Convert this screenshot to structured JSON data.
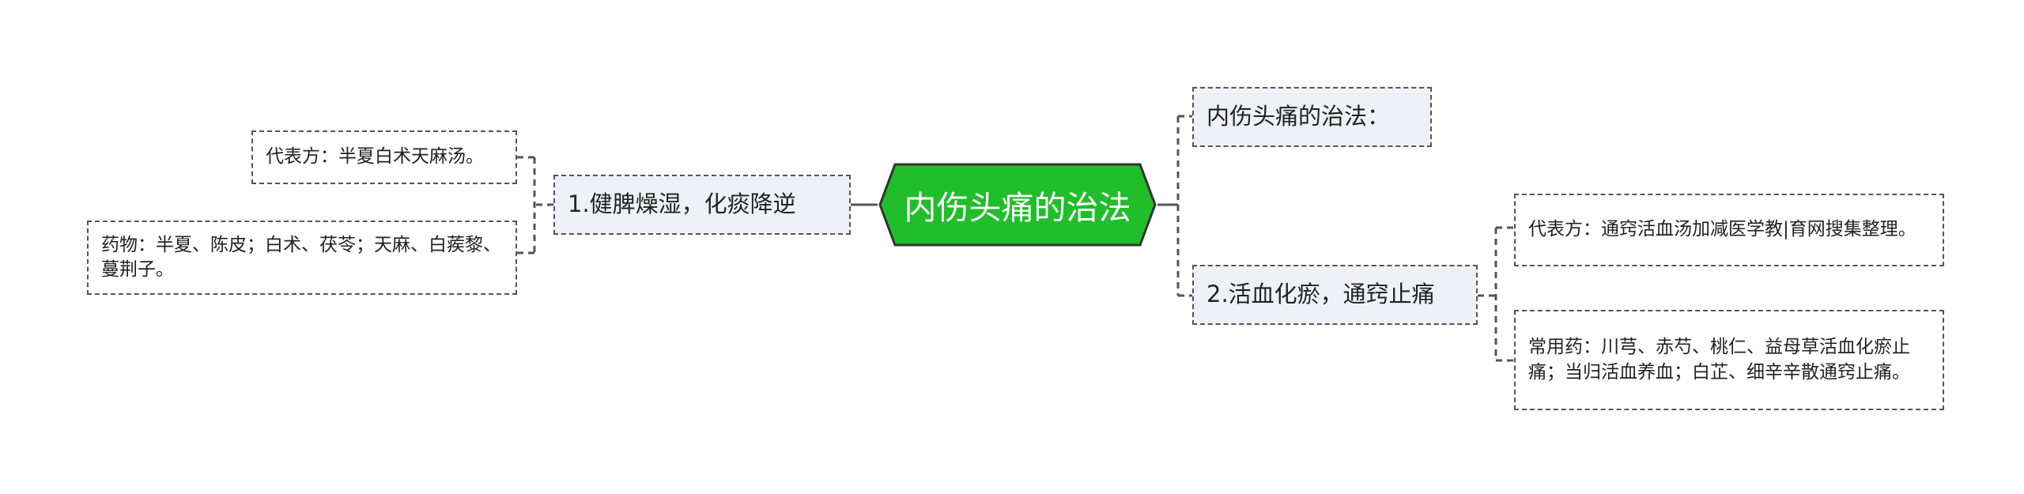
{
  "colors": {
    "root_fill": "#1fbe2a",
    "root_border": "#333333",
    "root_text": "#ffffff",
    "branch_fill": "#eef1f5",
    "node_border": "#555555",
    "connector": "#555555"
  },
  "root": {
    "label": "内伤头痛的治法"
  },
  "left": {
    "branch": {
      "label": "1.健脾燥湿，化痰降逆",
      "children": [
        {
          "label": "代表方：半夏白术天麻汤。"
        },
        {
          "label": "药物：半夏、陈皮；白术、茯苓；天麻、白蒺黎、蔓荆子。"
        }
      ]
    }
  },
  "right": {
    "branches": [
      {
        "label": "内伤头痛的治法："
      },
      {
        "label": "2.活血化瘀，通窍止痛",
        "children": [
          {
            "label": "代表方：通窍活血汤加减医学教|育网搜集整理。"
          },
          {
            "label": "常用药：川芎、赤芍、桃仁、益母草活血化瘀止痛；当归活血养血；白芷、细辛辛散通窍止痛。"
          }
        ]
      }
    ]
  }
}
